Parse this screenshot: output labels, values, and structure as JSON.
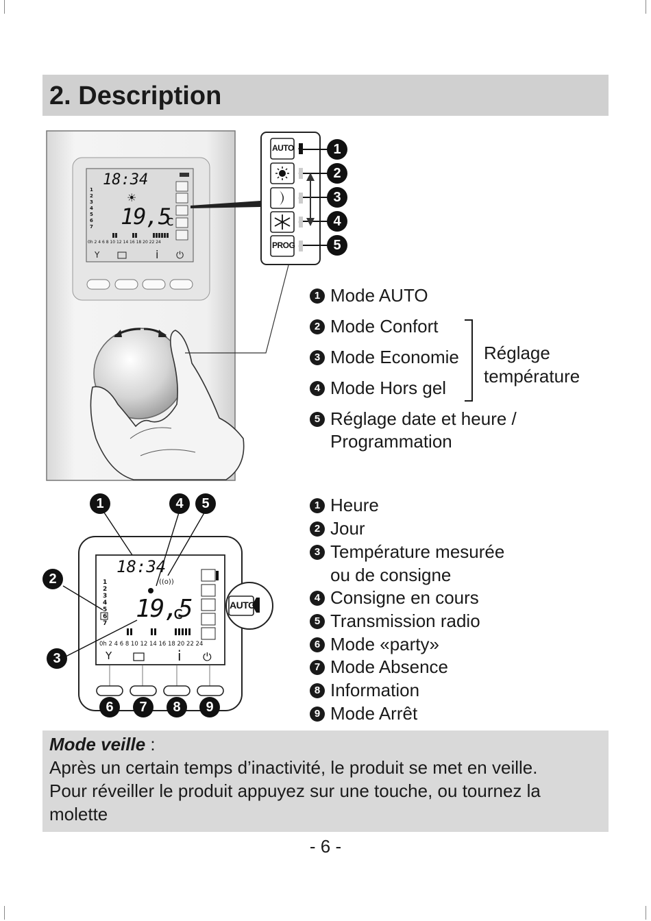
{
  "section": {
    "title": "2. Description"
  },
  "device_top": {
    "lcd": {
      "time": "18:34",
      "temperature": "19,5",
      "unit": "c",
      "days": [
        "1",
        "2",
        "3",
        "4",
        "5",
        "6",
        "7"
      ],
      "hours_scale": "0h 2 4 6 8 10 12 14 16 18 20 22 24"
    },
    "mode_buttons": [
      {
        "label": "AUTO",
        "icon": "auto-text"
      },
      {
        "label": "",
        "icon": "sun-icon"
      },
      {
        "label": "",
        "icon": "moon-icon"
      },
      {
        "label": "",
        "icon": "snowflake-icon"
      },
      {
        "label": "PROG",
        "icon": "prog-text"
      }
    ],
    "callouts": [
      "1",
      "2",
      "3",
      "4",
      "5"
    ]
  },
  "legend_top": {
    "items": [
      {
        "num": "1",
        "text": "Mode AUTO"
      },
      {
        "num": "2",
        "text": "Mode Confort"
      },
      {
        "num": "3",
        "text": "Mode Economie"
      },
      {
        "num": "4",
        "text": "Mode Hors gel"
      },
      {
        "num": "5",
        "text": "Réglage date et heure /",
        "text2": "Programmation"
      }
    ],
    "bracket_label_line1": "Réglage",
    "bracket_label_line2": "température"
  },
  "device_bottom": {
    "time": "18:34",
    "temperature": "19,5",
    "unit": "c",
    "auto_zoom_label": "AUTO",
    "callouts": [
      "1",
      "2",
      "3",
      "4",
      "5",
      "6",
      "7",
      "8",
      "9"
    ]
  },
  "legend_bottom": {
    "items": [
      {
        "num": "1",
        "text": "Heure"
      },
      {
        "num": "2",
        "text": "Jour"
      },
      {
        "num": "3",
        "text": "Température mesurée",
        "text2": "ou de consigne"
      },
      {
        "num": "4",
        "text": "Consigne en cours"
      },
      {
        "num": "5",
        "text": "Transmission radio"
      },
      {
        "num": "6",
        "text": "Mode «party»"
      },
      {
        "num": "7",
        "text": "Mode Absence"
      },
      {
        "num": "8",
        "text": "Information"
      },
      {
        "num": "9",
        "text": "Mode Arrêt"
      }
    ]
  },
  "note": {
    "title": "Mode veille",
    "colon": " :",
    "line1": "Après un certain temps d’inactivité, le produit se met en veille.",
    "line2": "Pour réveiller le produit appuyez sur une touche, ou tournez la",
    "line3": "molette"
  },
  "footer": {
    "page": "- 6 -"
  }
}
